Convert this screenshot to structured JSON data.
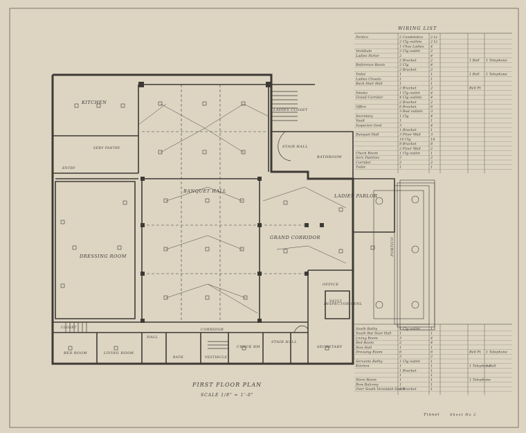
{
  "drawing": {
    "title": "FIRST FLOOR PLAN",
    "scale": "SCALE 1/8\" = 1'-0\"",
    "sheet_note": "Sheet No 2",
    "signature": "Tinnel"
  },
  "rooms": {
    "kitchen": "KITCHEN",
    "ladies_closet": "LADIES CLOSET",
    "stair_hall_upper": "STAIR HALL",
    "bathroom": "BATHROOM",
    "banquet_hall": "BANQUET HALL",
    "ladies_parlor": "LADIES PARLOR",
    "grand_corridor": "GRAND CORRIDOR",
    "dressing_room": "DRESSING ROOM",
    "portico": "PORTICO",
    "office": "OFFICE",
    "inspector": "INSPECTOR GENL",
    "vault": "VAULT",
    "corridor": "CORRIDOR",
    "hall": "HALL",
    "bed_room": "BED ROOM",
    "living_room": "LIVING ROOM",
    "check_room": "CHECK RM",
    "stair_hall_lower": "STAIR HALL",
    "secretary": "SECRETARY",
    "vestibule": "VESTIBULE",
    "bath_room": "BATH",
    "closet": "CLOSET",
    "serv_pantry": "SERV PANTRY",
    "entry": "ENTRY"
  },
  "wiring_list": {
    "title": "WIRING LIST",
    "rows": [
      [
        "Portico",
        "2 Candelabra",
        "2 Lt"
      ],
      [
        "",
        "2 Clg outlets",
        "2 Lt"
      ],
      [
        "",
        "1 Chas Ladies",
        "4"
      ],
      [
        "Vestibule",
        "2 Clg outlet",
        "2"
      ],
      [
        "Ladies Parlor",
        "2",
        "4"
      ],
      [
        "",
        "2 Bracket",
        "2"
      ],
      [
        "Reference Room",
        "2 Clg",
        "4"
      ],
      [
        "",
        "2 Bracket",
        "2"
      ],
      [
        "Toilet",
        "1",
        "1"
      ],
      [
        "Ladies Closets",
        "1",
        "1"
      ],
      [
        "Back Stair Hall",
        "1",
        "1"
      ],
      [
        "",
        "2 Bracket",
        "2"
      ],
      [
        "Smoke",
        "1 Clg outlet",
        "4"
      ],
      [
        "Grand Corridor",
        "4 Clg outlets",
        "4"
      ],
      [
        "",
        "2 Bracket",
        "2"
      ],
      [
        "Office",
        "6 Bracket",
        "6"
      ],
      [
        "",
        "3 Bud outlets",
        "3"
      ],
      [
        "Secretary",
        "1 Clg",
        "4"
      ],
      [
        "Vault",
        "1",
        "1"
      ],
      [
        "Inspector Genl",
        "3",
        "4"
      ],
      [
        "",
        "1 Bracket",
        "1"
      ],
      [
        "Banquet Hall",
        "3 Floor Wall",
        "3"
      ],
      [
        "",
        "14 Clg",
        "14"
      ],
      [
        "",
        "8 Bracket",
        "8"
      ],
      [
        "",
        "2 Floor Wall",
        "2"
      ],
      [
        "Check Room",
        "1 Clg outlet",
        "1"
      ],
      [
        "Serv Pantries",
        "2",
        "2"
      ],
      [
        "Corridor",
        "2",
        "2"
      ],
      [
        "Toilet",
        "1",
        "1"
      ]
    ],
    "notes": [
      "1 Bell",
      "1 Telephone",
      "1 Bell",
      "1 Telephone",
      "Bell Ft"
    ]
  },
  "wiring_list_lower": {
    "rows": [
      [
        "South Bathy",
        "1 Clg outlet",
        "1"
      ],
      [
        "South Bat Stair Hall",
        "1",
        "1"
      ],
      [
        "Living Room",
        "3",
        "4"
      ],
      [
        "Bed Room",
        "2",
        "4"
      ],
      [
        "Bow Hall",
        "1",
        "1"
      ],
      [
        "Dressing Room",
        "6",
        "6"
      ],
      [
        "",
        "2",
        "2"
      ],
      [
        "Servants Bathy",
        "1 Clg outlet",
        "1"
      ],
      [
        "Kitchen",
        "1",
        "1"
      ],
      [
        "",
        "1 Bracket",
        "1"
      ],
      [
        "",
        "1",
        "1"
      ],
      [
        "Store Room",
        "1",
        "1"
      ],
      [
        "Bow Balcony",
        "1",
        "1"
      ],
      [
        "Over South Verandah Stairs",
        "1 Bracket",
        "1"
      ]
    ],
    "notes": [
      "Bell Ft",
      "1 Telephone",
      "1 Telephone",
      "1 Bell",
      "1 Telephone"
    ]
  },
  "colors": {
    "paper": "#ddd4c2",
    "ink": "#3d3a35",
    "stain": "#cfc5b0"
  }
}
